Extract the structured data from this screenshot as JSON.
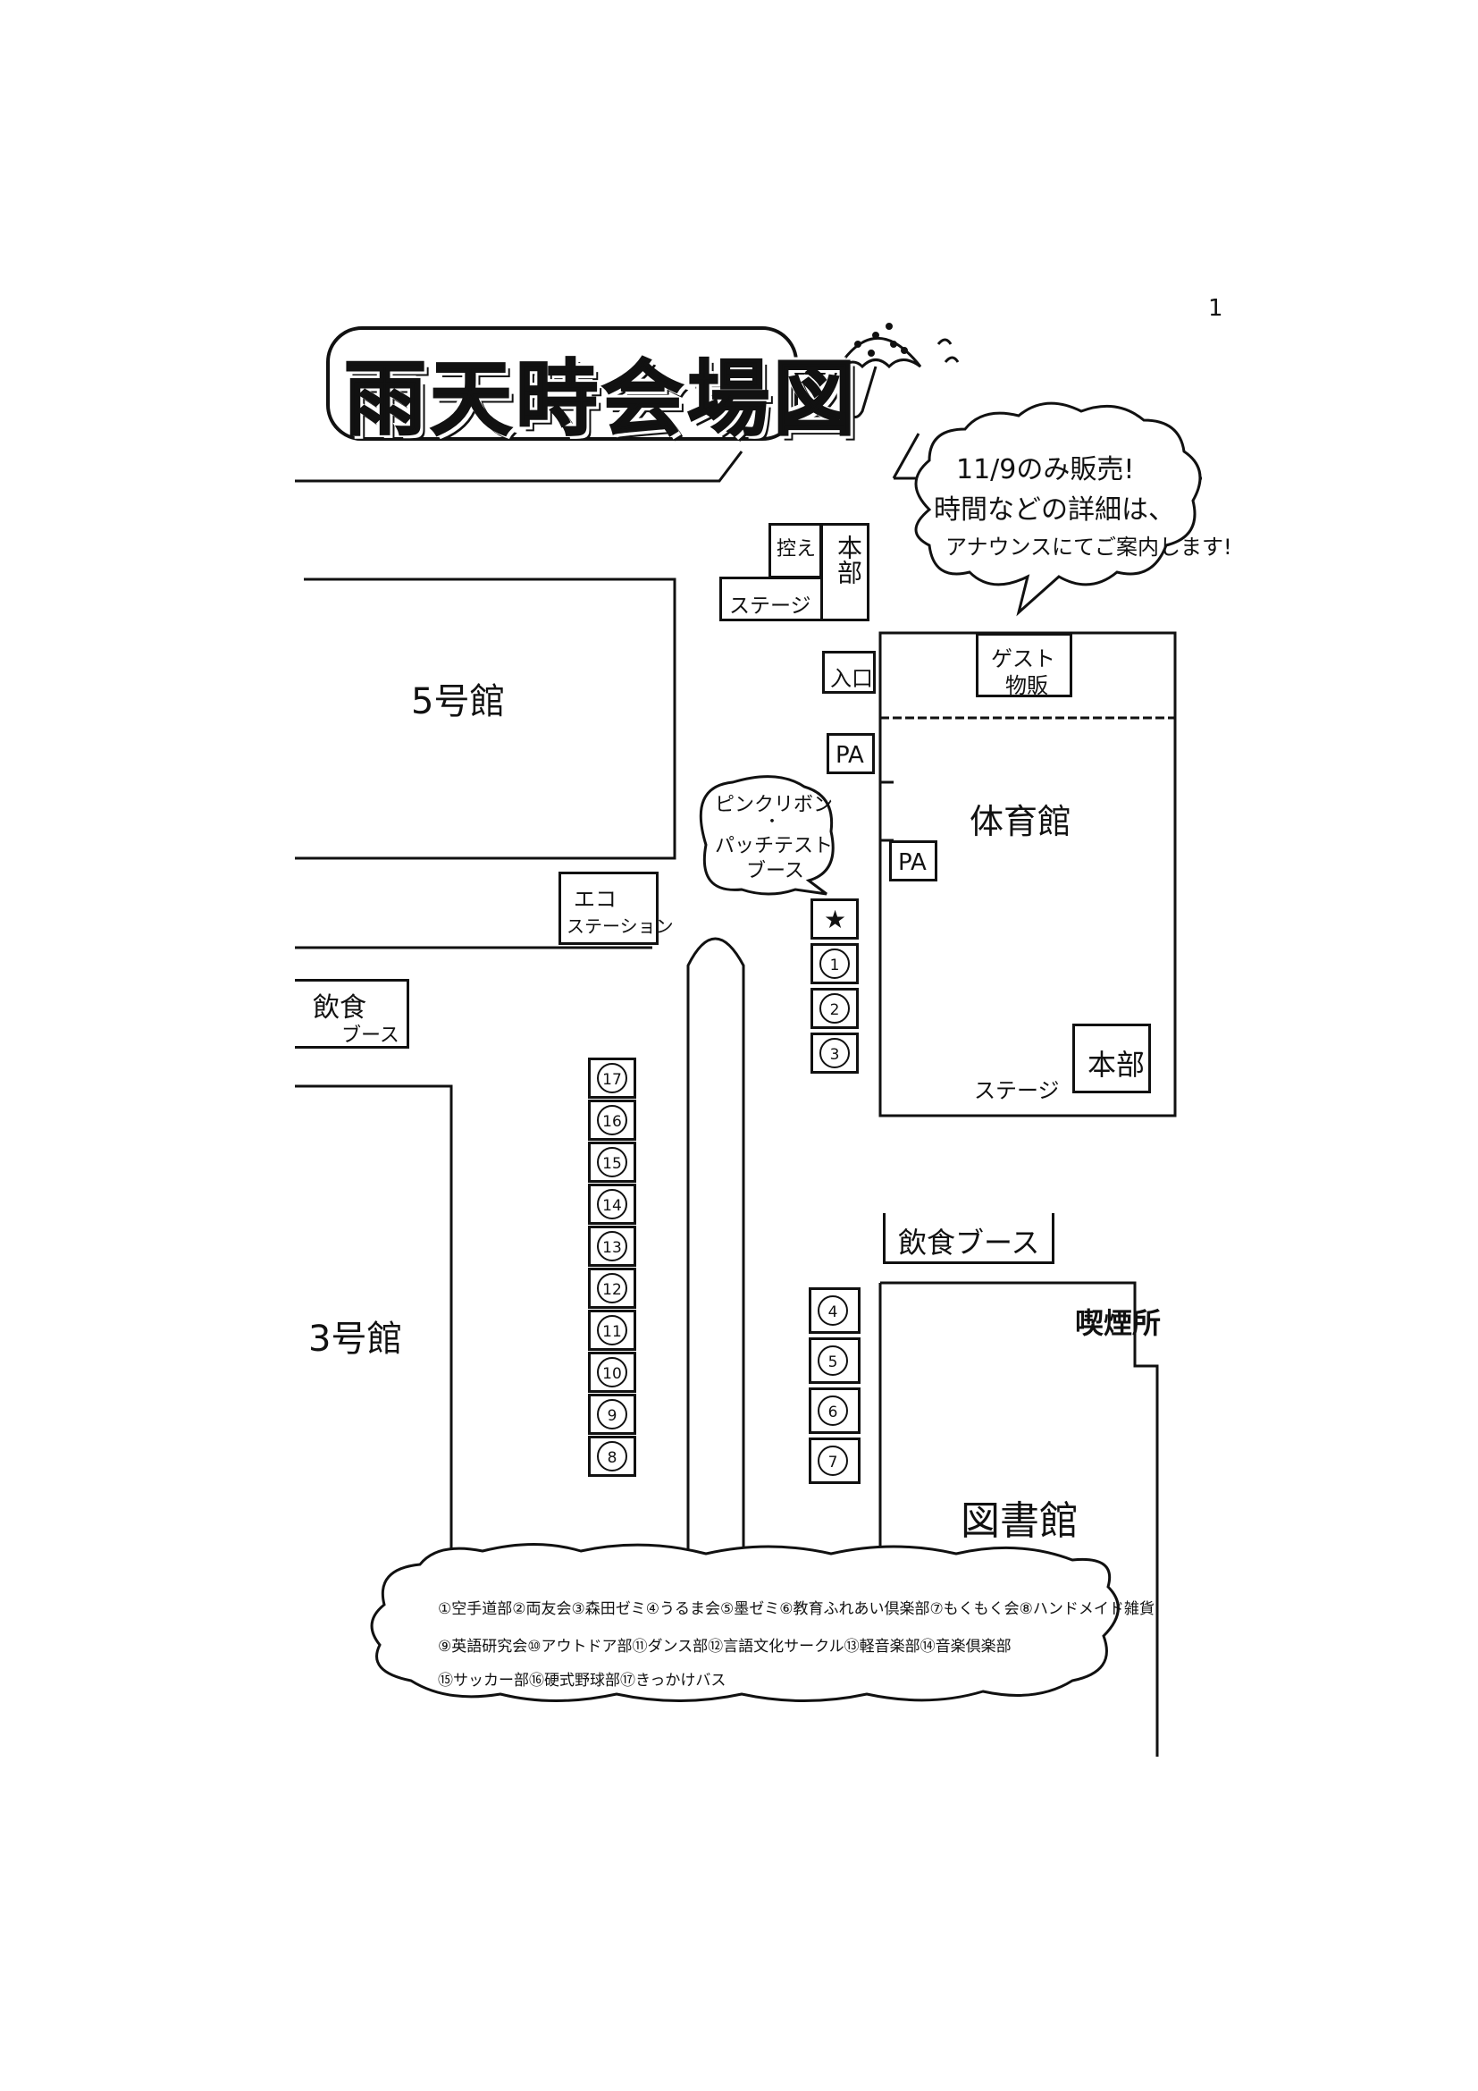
{
  "page_number": "1",
  "title": "雨天時会場図",
  "notice_bubble": {
    "line1": "11/9のみ販売!",
    "line2": "時間などの詳細は、",
    "line3": "アナウンスにてご案内します!"
  },
  "pink_bubble": {
    "line1": "ピンクリボン",
    "line2": "・",
    "line3": "パッチテスト",
    "line4": "ブース"
  },
  "buildings": {
    "bldg5": "5号館",
    "bldg3": "3号館",
    "gym": "体育館",
    "library": "図書館"
  },
  "labels": {
    "hikae": "控え",
    "honbu_top": "本部",
    "stage_top": "ステージ",
    "entrance": "入口",
    "guest_sales_1": "ゲスト",
    "guest_sales_2": "物販",
    "pa1": "PA",
    "pa2": "PA",
    "eco_1": "エコ",
    "eco_2": "ステーション",
    "food_left_1": "飲食",
    "food_left_2": "ブース",
    "food_center": "飲食ブース",
    "smoking": "喫煙所",
    "gym_stage": "ステージ",
    "gym_honbu": "本部",
    "star": "★"
  },
  "stalls": {
    "right_top": [
      "1",
      "2",
      "3"
    ],
    "right_bottom": [
      "4",
      "5",
      "6",
      "7"
    ],
    "left_column": [
      "17",
      "16",
      "15",
      "14",
      "13",
      "12",
      "11",
      "10",
      "9",
      "8"
    ]
  },
  "legend": {
    "line1": "①空手道部②両友会③森田ゼミ④うるま会⑤墨ゼミ⑥教育ふれあい倶楽部⑦もくもく会⑧ハンドメイド雑貨",
    "line2": "⑨英語研究会⑩アウトドア部⑪ダンス部⑫言語文化サークル⑬軽音楽部⑭音楽倶楽部",
    "line3": "⑮サッカー部⑯硬式野球部⑰きっかけバス"
  },
  "colors": {
    "ink": "#111111",
    "paper": "#ffffff"
  }
}
